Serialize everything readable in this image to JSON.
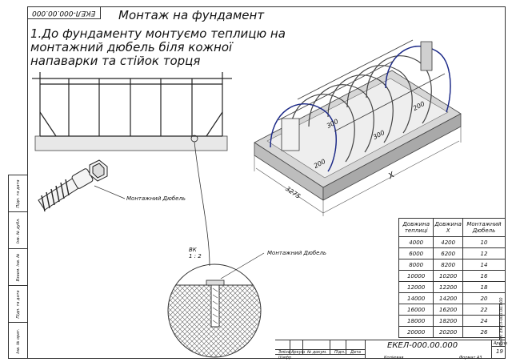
{
  "sheet": {
    "code_box": "ЕКЕЛ-000.00.000",
    "title": "Монтаж на фундамент",
    "step_text": "1.До фундаменту монтуємо теплицю на монтажний дюбель біля кожної напаварки та стійок торця"
  },
  "side_strip": [
    "Підп. та дата",
    "Інв. № дубл.",
    "Взаєм. інв. №",
    "Підп. та дата",
    "Інв. № ориг."
  ],
  "callouts": {
    "dowel_label_1": "Монтажний Дюбель",
    "dowel_label_2": "Монтажний Дюбель",
    "view_name": "ВК",
    "view_scale": "1 : 2"
  },
  "dimensions": {
    "d300a": "300",
    "d300b": "300",
    "d200a": "200",
    "d200b": "200",
    "width": "3275",
    "length": "X"
  },
  "spec_table": {
    "headers": [
      "Довжина теплиці",
      "Довжина Х",
      "Монтажний Дюбель"
    ],
    "rows": [
      [
        "4000",
        "4200",
        "10"
      ],
      [
        "6000",
        "6200",
        "12"
      ],
      [
        "8000",
        "8200",
        "14"
      ],
      [
        "10000",
        "10200",
        "16"
      ],
      [
        "12000",
        "12200",
        "18"
      ],
      [
        "14000",
        "14200",
        "20"
      ],
      [
        "16000",
        "16200",
        "22"
      ],
      [
        "18000",
        "18200",
        "24"
      ],
      [
        "20000",
        "20200",
        "26"
      ]
    ]
  },
  "title_block": {
    "doc_number": "ЕКЕЛ-000.00.000",
    "sheet_label": "Аркуш",
    "sheet_number": "19",
    "col_izm": "Зміна",
    "col_sheet": "Аркуш",
    "col_doc": "№ докум.",
    "col_sign": "Підп.",
    "col_date": "Дата",
    "shifr": "Шифр",
    "copied": "Копіював",
    "format": "Формат А3",
    "side_file": "Файл: ЕКЕЛ-000.00.000"
  }
}
